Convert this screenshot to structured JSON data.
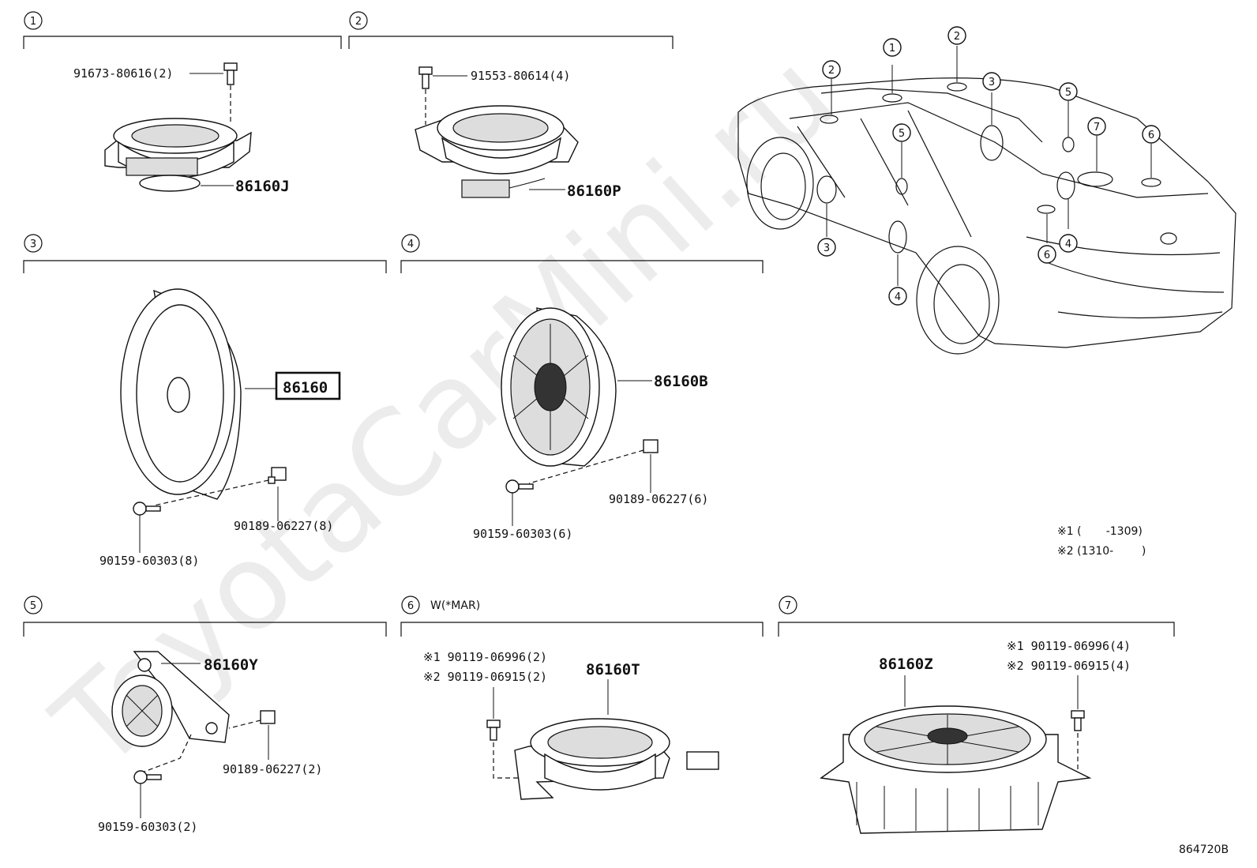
{
  "watermark": "ToyotaCarMini.ru",
  "diagram_code": "864720B",
  "sections": [
    {
      "num": "1"
    },
    {
      "num": "2"
    },
    {
      "num": "3"
    },
    {
      "num": "4"
    },
    {
      "num": "5"
    },
    {
      "num": "6",
      "label": "W(*MAR)"
    },
    {
      "num": "7"
    }
  ],
  "parts": {
    "s1_bolt": "91673-80616(2)",
    "s1_speaker": "86160J",
    "s2_bolt": "91553-80614(4)",
    "s2_speaker": "86160P",
    "s3_speaker": "86160",
    "s3_nut": "90189-06227(8)",
    "s3_screw": "90159-60303(8)",
    "s4_speaker": "86160B",
    "s4_nut": "90189-06227(6)",
    "s4_screw": "90159-60303(6)",
    "s5_speaker": "86160Y",
    "s5_nut": "90189-06227(2)",
    "s5_screw": "90159-60303(2)",
    "s6_bolt1": "※1 90119-06996(2)",
    "s6_bolt2": "※2 90119-06915(2)",
    "s6_speaker": "86160T",
    "s7_speaker": "86160Z",
    "s7_bolt1": "※1 90119-06996(4)",
    "s7_bolt2": "※2 90119-06915(4)"
  },
  "notes": {
    "note1": "※1 (       -1309)",
    "note2": "※2 (1310-        )"
  },
  "car_callouts": [
    "1",
    "2",
    "2",
    "3",
    "3",
    "4",
    "4",
    "5",
    "5",
    "6",
    "6",
    "7"
  ]
}
